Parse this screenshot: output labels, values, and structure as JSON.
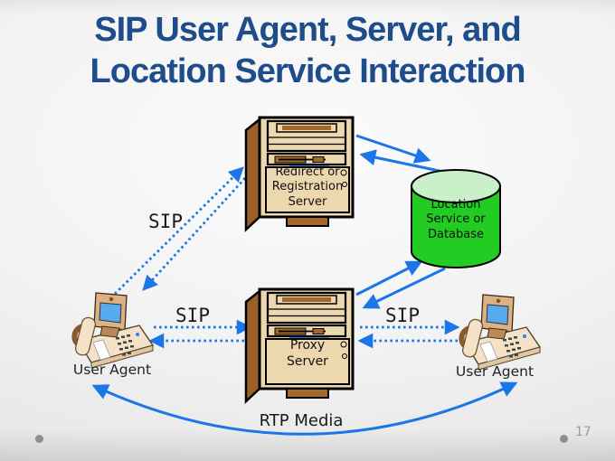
{
  "slide": {
    "title": "SIP User Agent, Server, and\nLocation Service Interaction",
    "page_number": "17"
  },
  "diagram": {
    "redirect_server_label": "Redirect or\nRegistration\nServer",
    "proxy_server_label": "Proxy\nServer",
    "database_label": "Location\nService or\nDatabase",
    "left_user_agent_label": "User Agent",
    "right_user_agent_label": "User Agent",
    "sip_label_upper": "SIP",
    "sip_label_left": "SIP",
    "sip_label_right": "SIP",
    "rtp_label": "RTP Media"
  },
  "icons": {
    "redirect_server": "server-tower-icon",
    "proxy_server": "server-tower-icon",
    "database": "database-cylinder-icon",
    "left_phone": "desk-phone-icon",
    "right_phone": "desk-phone-icon"
  },
  "colors": {
    "title_blue": "#1d4d8a",
    "arrow_blue": "#1b76e8",
    "database_green": "#22cc22",
    "database_top_green": "#c9f0c9",
    "server_tan": "#ecd7ae",
    "server_brown": "#9a6025",
    "screen_blue": "#58aaf0",
    "footer_gray": "#8e8e8e"
  }
}
